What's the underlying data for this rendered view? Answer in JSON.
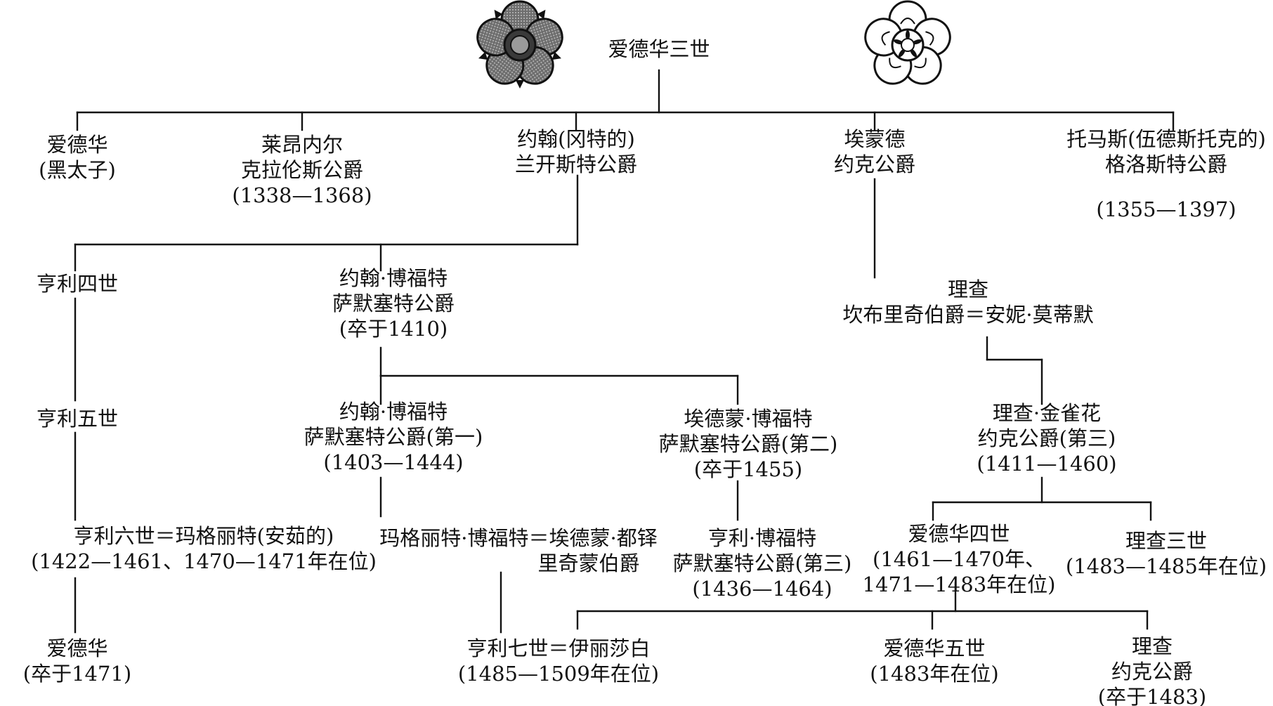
{
  "colors": {
    "ink": "#111111",
    "background": "#ffffff",
    "rose_shade": "#8a8a8a"
  },
  "icons": {
    "left_rose": "lancaster-rose-icon",
    "right_rose": "york-rose-icon"
  },
  "nodes": {
    "edward3": [
      "爱德华三世"
    ],
    "black_prince": [
      "爱德华",
      "(黑太子)"
    ],
    "lionel": [
      "莱昂内尔",
      "克拉伦斯公爵",
      "(1338—1368)"
    ],
    "john_gaunt": [
      "约翰(冈特的)",
      "兰开斯特公爵"
    ],
    "edmund_york": [
      "埃蒙德",
      "约克公爵"
    ],
    "thomas_gloucester": [
      "托马斯(伍德斯托克的)",
      "格洛斯特公爵",
      "",
      "(1355—1397)"
    ],
    "henry4": [
      "亨利四世"
    ],
    "john_beaufort": [
      "约翰·博福特",
      "萨默塞特公爵",
      "(卒于1410)"
    ],
    "richard_cambridge": [
      "理查",
      "坎布里奇伯爵＝安妮·莫蒂默"
    ],
    "henry5": [
      "亨利五世"
    ],
    "john_beaufort_1": [
      "约翰·博福特",
      "萨默塞特公爵(第一)",
      "(1403—1444)"
    ],
    "edmund_beaufort_2": [
      "埃德蒙·博福特",
      "萨默塞特公爵(第二)",
      "(卒于1455)"
    ],
    "richard_plantagenet": [
      "理查·金雀花",
      "约克公爵(第三)",
      "(1411—1460)"
    ],
    "henry6": [
      "亨利六世＝玛格丽特(安茹的)",
      "(1422—1461、1470—1471年在位)"
    ],
    "margaret_beaufort": [
      "玛格丽特·博福特＝埃德蒙·都铎",
      "里奇蒙伯爵"
    ],
    "henry_beaufort_3": [
      "亨利·博福特",
      "萨默塞特公爵(第三)",
      "(1436—1464)"
    ],
    "edward4": [
      "爱德华四世",
      "(1461—1470年、",
      "1471—1483年在位)"
    ],
    "richard3": [
      "理查三世",
      "(1483—1485年在位)"
    ],
    "edward_son": [
      "爱德华",
      "(卒于1471)"
    ],
    "henry7": [
      "亨利七世＝伊丽莎白",
      "(1485—1509年在位)"
    ],
    "edward5": [
      "爱德华五世",
      "(1483年在位)"
    ],
    "richard_york": [
      "理查",
      "约克公爵",
      "(卒于1483)"
    ]
  }
}
